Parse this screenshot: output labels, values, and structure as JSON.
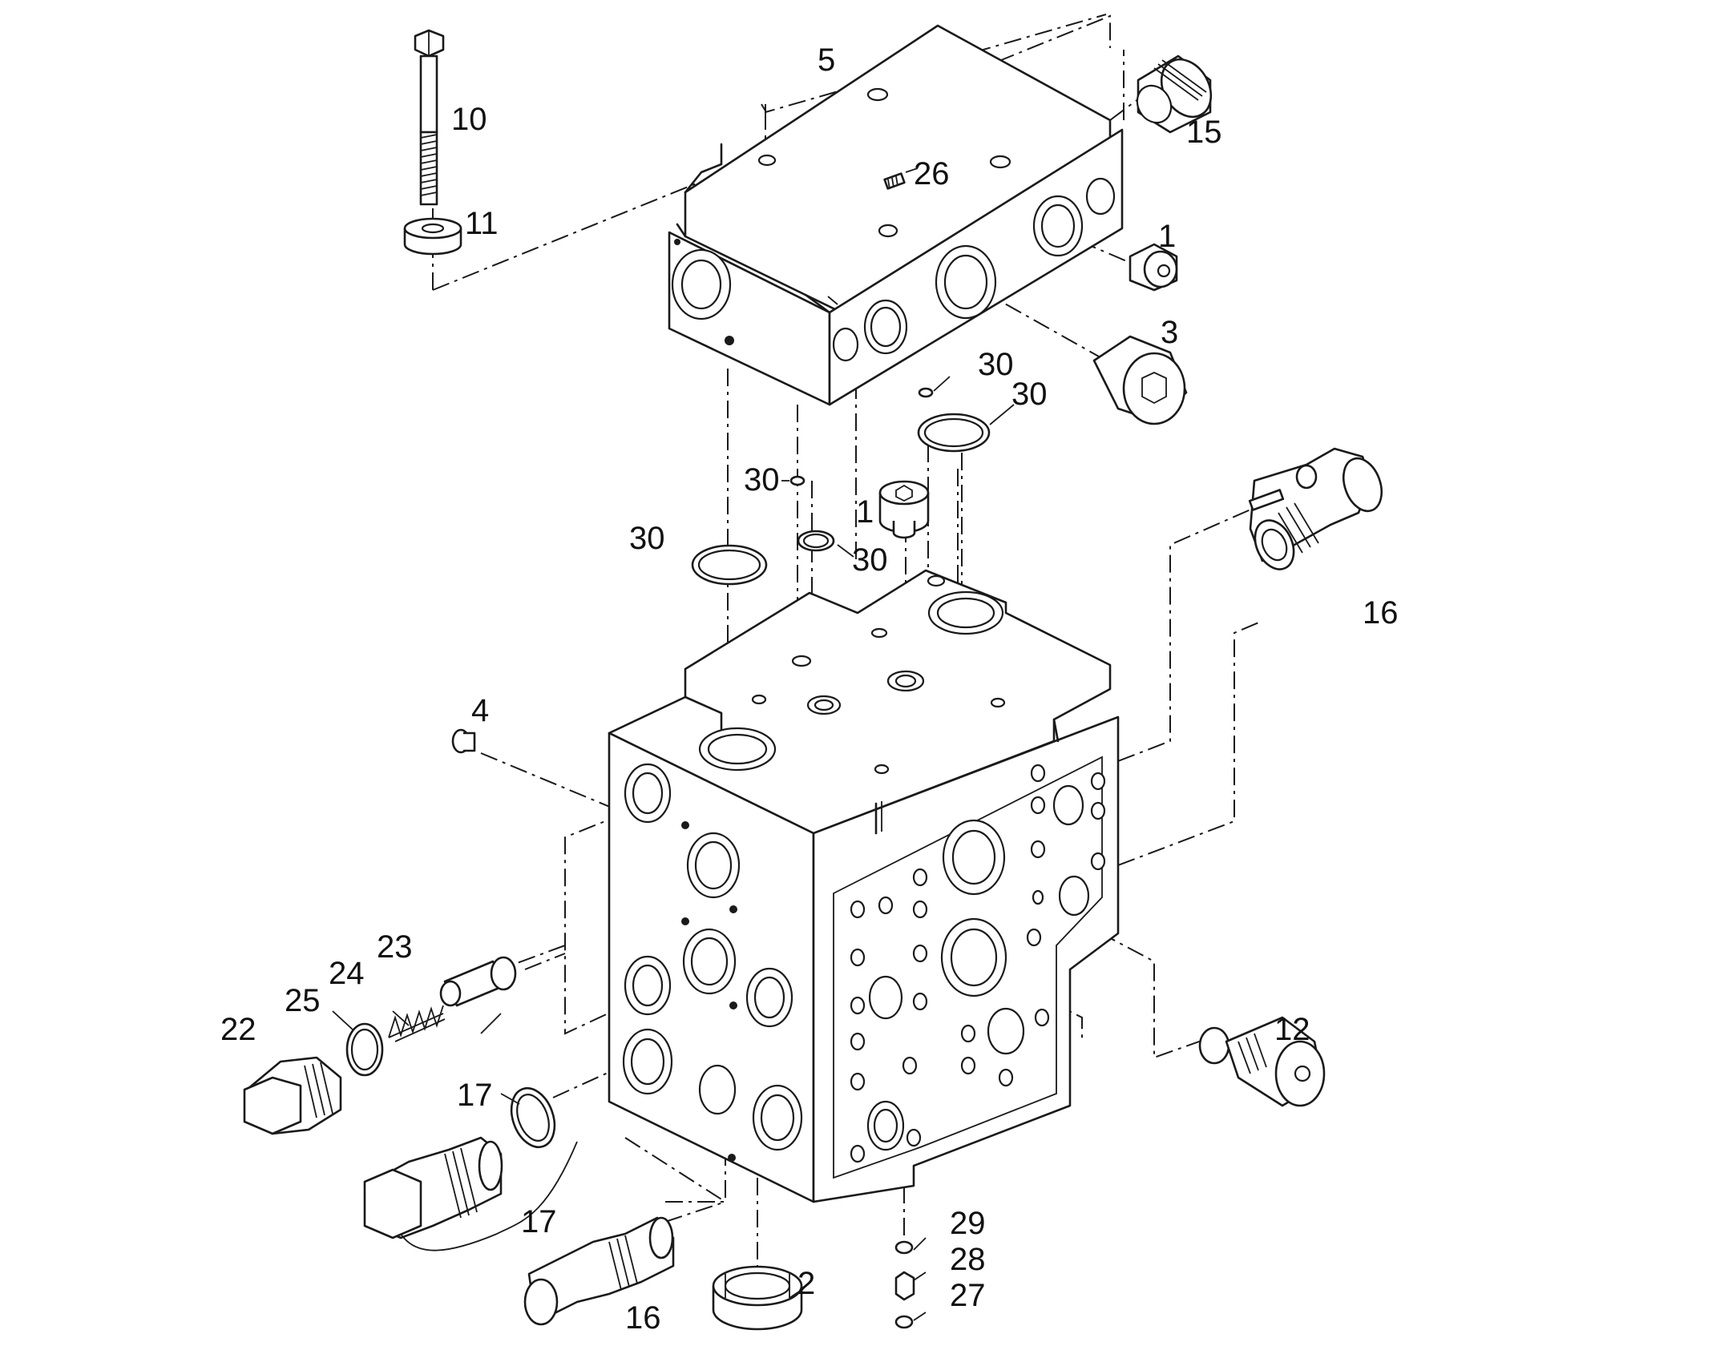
{
  "labels": {
    "l1a": "1",
    "l1b": "1",
    "l2": "2",
    "l3": "3",
    "l4": "4",
    "l5": "5",
    "l10": "10",
    "l11": "11",
    "l12": "12",
    "l15": "15",
    "l16a": "16",
    "l16b": "16",
    "l17a": "17",
    "l17b": "17",
    "l22": "22",
    "l23": "23",
    "l24": "24",
    "l25": "25",
    "l26": "26",
    "l27": "27",
    "l28": "28",
    "l29": "29",
    "l30a": "30",
    "l30b": "30",
    "l30c": "30",
    "l30d": "30",
    "l30e": "30"
  }
}
